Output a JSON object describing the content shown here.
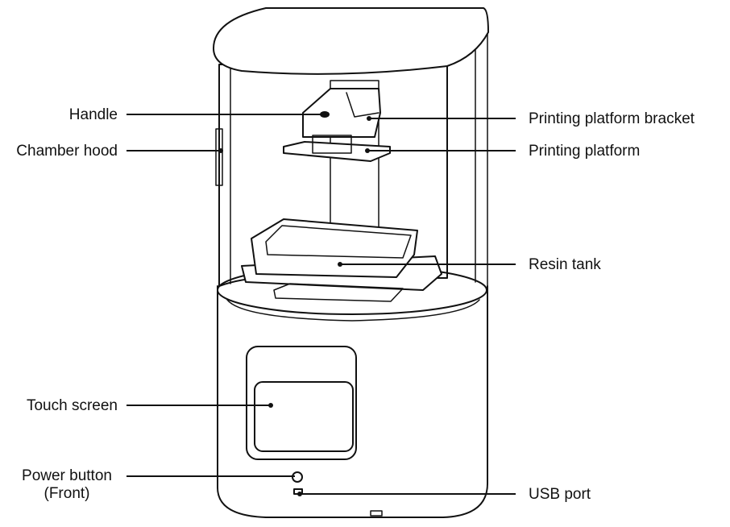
{
  "labels": {
    "handle": "Handle",
    "chamber_hood": "Chamber hood",
    "touch_screen": "Touch screen",
    "power_button_line1": "Power button",
    "power_button_line2": "(Front)",
    "printing_platform_bracket": "Printing platform bracket",
    "printing_platform": "Printing platform",
    "resin_tank": "Resin tank",
    "usb_port": "USB port"
  },
  "icons": {
    "power": "power-icon",
    "usb": "usb-port-icon"
  }
}
